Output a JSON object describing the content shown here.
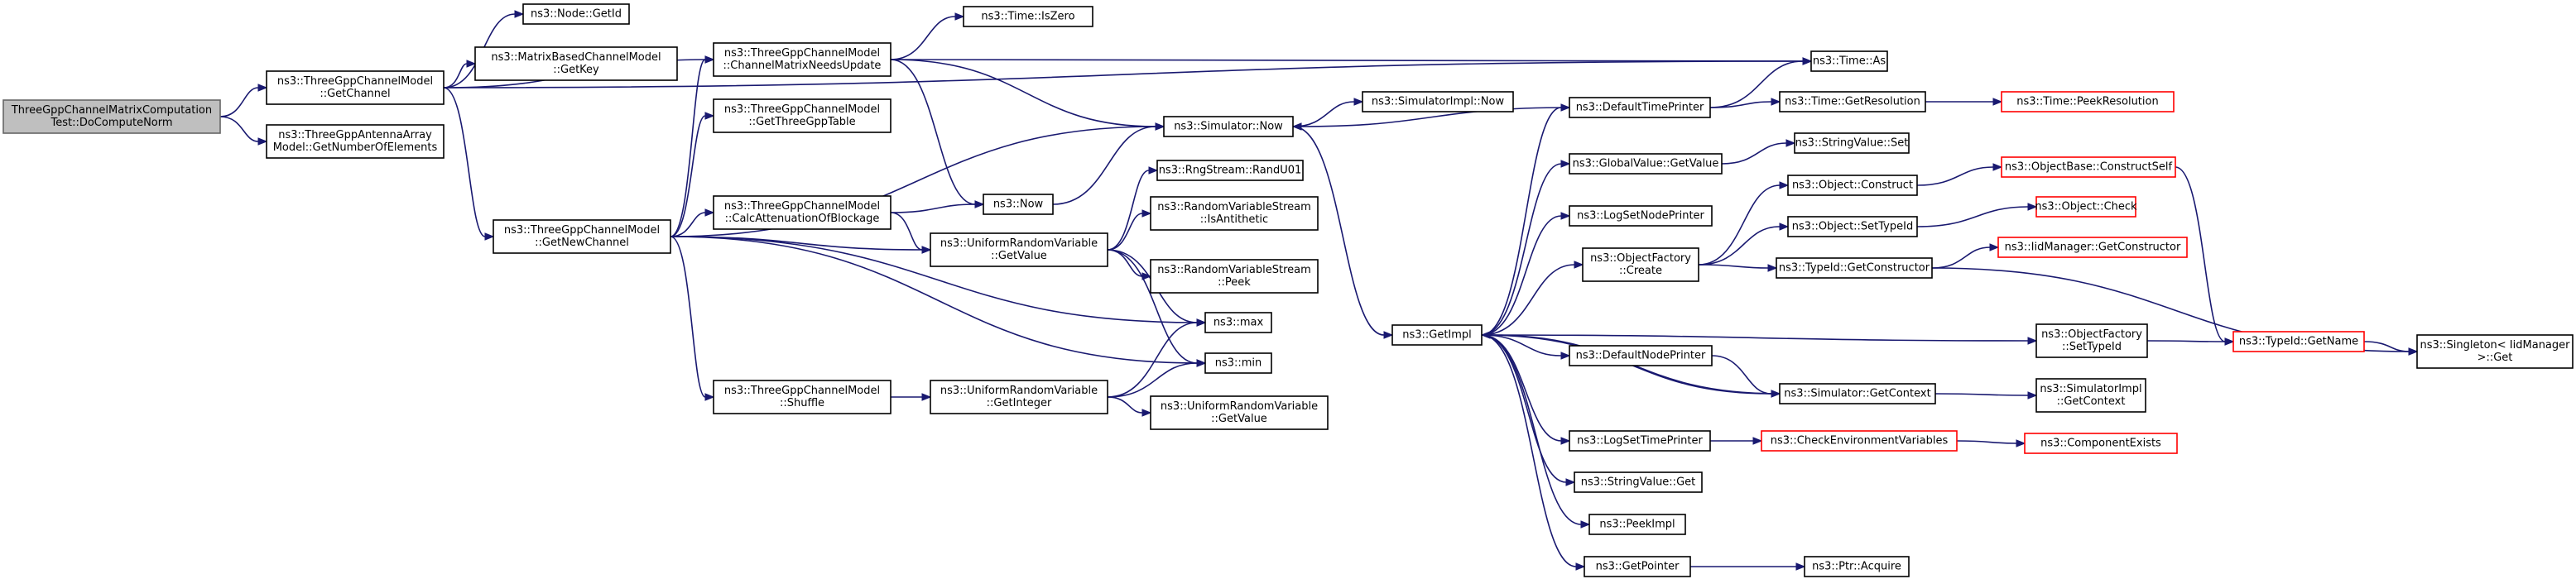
{
  "nodes": [
    {
      "id": "root",
      "label": [
        "ThreeGppChannelMatrixComputation",
        "Test::DoComputeNorm"
      ]
    },
    {
      "id": "getchannel",
      "label": [
        "ns3::ThreeGppChannelModel",
        "::GetChannel"
      ]
    },
    {
      "id": "getnumelems",
      "label": [
        "ns3::ThreeGppAntennaArray",
        "Model::GetNumberOfElements"
      ]
    },
    {
      "id": "nodegetid",
      "label": [
        "ns3::Node::GetId"
      ]
    },
    {
      "id": "getkey",
      "label": [
        "ns3::MatrixBasedChannelModel",
        "::GetKey"
      ]
    },
    {
      "id": "getnewchannel",
      "label": [
        "ns3::ThreeGppChannelModel",
        "::GetNewChannel"
      ]
    },
    {
      "id": "needsupdate",
      "label": [
        "ns3::ThreeGppChannelModel",
        "::ChannelMatrixNeedsUpdate"
      ]
    },
    {
      "id": "gettable",
      "label": [
        "ns3::ThreeGppChannelModel",
        "::GetThreeGppTable"
      ]
    },
    {
      "id": "calcatten",
      "label": [
        "ns3::ThreeGppChannelModel",
        "::CalcAttenuationOfBlockage"
      ]
    },
    {
      "id": "shuffle",
      "label": [
        "ns3::ThreeGppChannelModel",
        "::Shuffle"
      ]
    },
    {
      "id": "iszero",
      "label": [
        "ns3::Time::IsZero"
      ]
    },
    {
      "id": "simnow",
      "label": [
        "ns3::Simulator::Now"
      ]
    },
    {
      "id": "now",
      "label": [
        "ns3::Now"
      ]
    },
    {
      "id": "urvgetvalue",
      "label": [
        "ns3::UniformRandomVariable",
        "::GetValue"
      ]
    },
    {
      "id": "urvgetint",
      "label": [
        "ns3::UniformRandomVariable",
        "::GetInteger"
      ]
    },
    {
      "id": "simimplnow",
      "label": [
        "ns3::SimulatorImpl::Now"
      ]
    },
    {
      "id": "randu01",
      "label": [
        "ns3::RngStream::RandU01"
      ]
    },
    {
      "id": "isanti",
      "label": [
        "ns3::RandomVariableStream",
        "::IsAntithetic"
      ]
    },
    {
      "id": "peek",
      "label": [
        "ns3::RandomVariableStream",
        "::Peek"
      ]
    },
    {
      "id": "max",
      "label": [
        "ns3::max"
      ]
    },
    {
      "id": "min",
      "label": [
        "ns3::min"
      ]
    },
    {
      "id": "urvgetvalue2",
      "label": [
        "ns3::UniformRandomVariable",
        "::GetValue"
      ]
    },
    {
      "id": "getimpl",
      "label": [
        "ns3::GetImpl"
      ]
    },
    {
      "id": "deftimeprinter",
      "label": [
        "ns3::DefaultTimePrinter"
      ]
    },
    {
      "id": "globalvalue",
      "label": [
        "ns3::GlobalValue::GetValue"
      ]
    },
    {
      "id": "lognodeprinter",
      "label": [
        "ns3::LogSetNodePrinter"
      ]
    },
    {
      "id": "objfactcreate",
      "label": [
        "ns3::ObjectFactory",
        "::Create"
      ]
    },
    {
      "id": "defnodeprinter",
      "label": [
        "ns3::DefaultNodePrinter"
      ]
    },
    {
      "id": "logtimeprinter",
      "label": [
        "ns3::LogSetTimePrinter"
      ]
    },
    {
      "id": "strvalget",
      "label": [
        "ns3::StringValue::Get"
      ]
    },
    {
      "id": "peekimpl",
      "label": [
        "ns3::PeekImpl"
      ]
    },
    {
      "id": "getpointer",
      "label": [
        "ns3::GetPointer"
      ]
    },
    {
      "id": "timeas",
      "label": [
        "ns3::Time::As"
      ]
    },
    {
      "id": "getres",
      "label": [
        "ns3::Time::GetResolution"
      ]
    },
    {
      "id": "strvalset",
      "label": [
        "ns3::StringValue::Set"
      ]
    },
    {
      "id": "objconstruct",
      "label": [
        "ns3::Object::Construct"
      ]
    },
    {
      "id": "objsettypeid",
      "label": [
        "ns3::Object::SetTypeId"
      ]
    },
    {
      "id": "getconstructor",
      "label": [
        "ns3::TypeId::GetConstructor"
      ]
    },
    {
      "id": "simgetcontext",
      "label": [
        "ns3::Simulator::GetContext"
      ]
    },
    {
      "id": "checkenv",
      "label": [
        "ns3::CheckEnvironmentVariables"
      ]
    },
    {
      "id": "ptracquire",
      "label": [
        "ns3::Ptr::Acquire"
      ]
    },
    {
      "id": "peekres",
      "label": [
        "ns3::Time::PeekResolution"
      ]
    },
    {
      "id": "constructself",
      "label": [
        "ns3::ObjectBase::ConstructSelf"
      ]
    },
    {
      "id": "objcheck",
      "label": [
        "ns3::Object::Check"
      ]
    },
    {
      "id": "iidgetconstructor",
      "label": [
        "ns3::IidManager::GetConstructor"
      ]
    },
    {
      "id": "ofsettypeid",
      "label": [
        "ns3::ObjectFactory",
        "::SetTypeId"
      ]
    },
    {
      "id": "simimplgetcontext",
      "label": [
        "ns3::SimulatorImpl",
        "::GetContext"
      ]
    },
    {
      "id": "compexists",
      "label": [
        "ns3::ComponentExists"
      ]
    },
    {
      "id": "typeidgetname",
      "label": [
        "ns3::TypeId::GetName"
      ]
    },
    {
      "id": "singletonget",
      "label": [
        "ns3::Singleton< IidManager",
        " >::Get"
      ]
    }
  ]
}
